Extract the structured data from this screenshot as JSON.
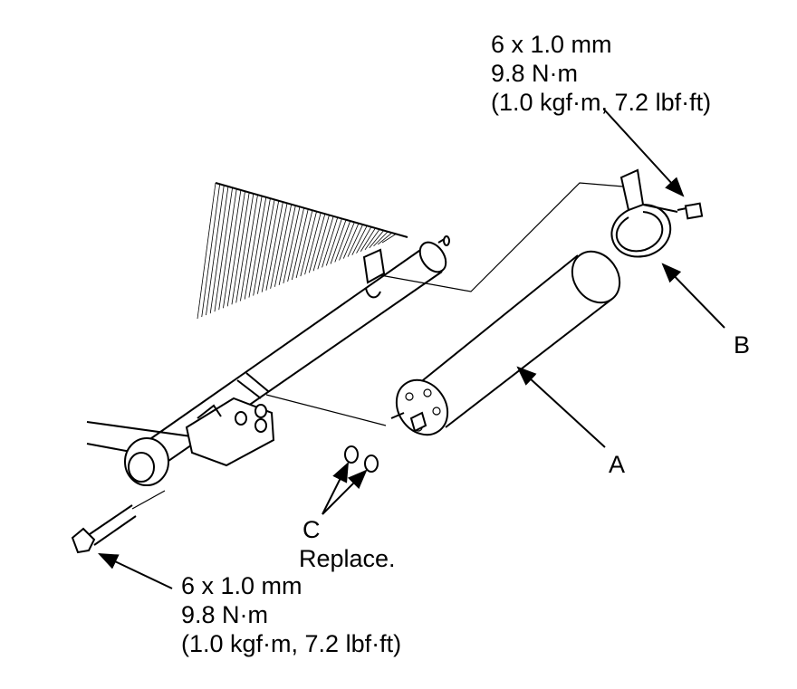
{
  "callouts": {
    "top_bolt": {
      "size": "6 x 1.0 mm",
      "torque_nm": "9.8 N·m",
      "torque_alt": "(1.0 kgf·m, 7.2 lbf·ft)"
    },
    "bottom_bolt": {
      "size": "6 x 1.0 mm",
      "torque_nm": "9.8 N·m",
      "torque_alt": "(1.0 kgf·m, 7.2 lbf·ft)"
    },
    "label_a": "A",
    "label_b": "B",
    "label_c": "C",
    "label_c_note": "Replace."
  },
  "colors": {
    "line": "#000000",
    "background": "#ffffff"
  }
}
